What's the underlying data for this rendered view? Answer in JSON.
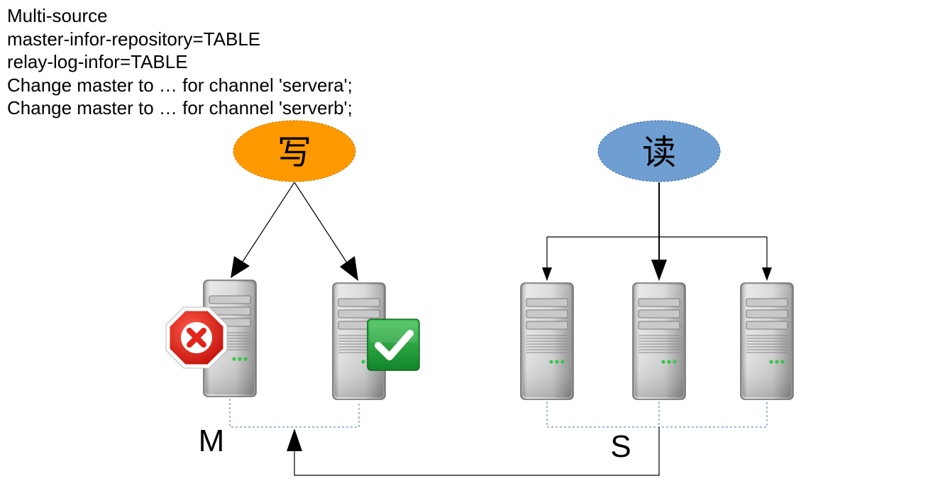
{
  "notes": [
    "Multi-source",
    "master-infor-repository=TABLE",
    "relay-log-infor=TABLE",
    "Change master to … for channel 'servera';",
    "Change master to … for channel 'serverb';"
  ],
  "write_node": {
    "label": "写",
    "color": "#ff9900"
  },
  "read_node": {
    "label": "读",
    "color": "#6f9fd2"
  },
  "master_group": {
    "label": "M",
    "servers": [
      {
        "status": "error"
      },
      {
        "status": "ok"
      }
    ]
  },
  "slave_group": {
    "label": "S",
    "server_count": 3
  },
  "colors": {
    "error": "#e2241b",
    "ok": "#1f9e3a",
    "server": "#d4d4d4",
    "dashed": "#4a6fbd"
  },
  "icons": [
    "error-icon",
    "check-icon",
    "server-icon"
  ]
}
